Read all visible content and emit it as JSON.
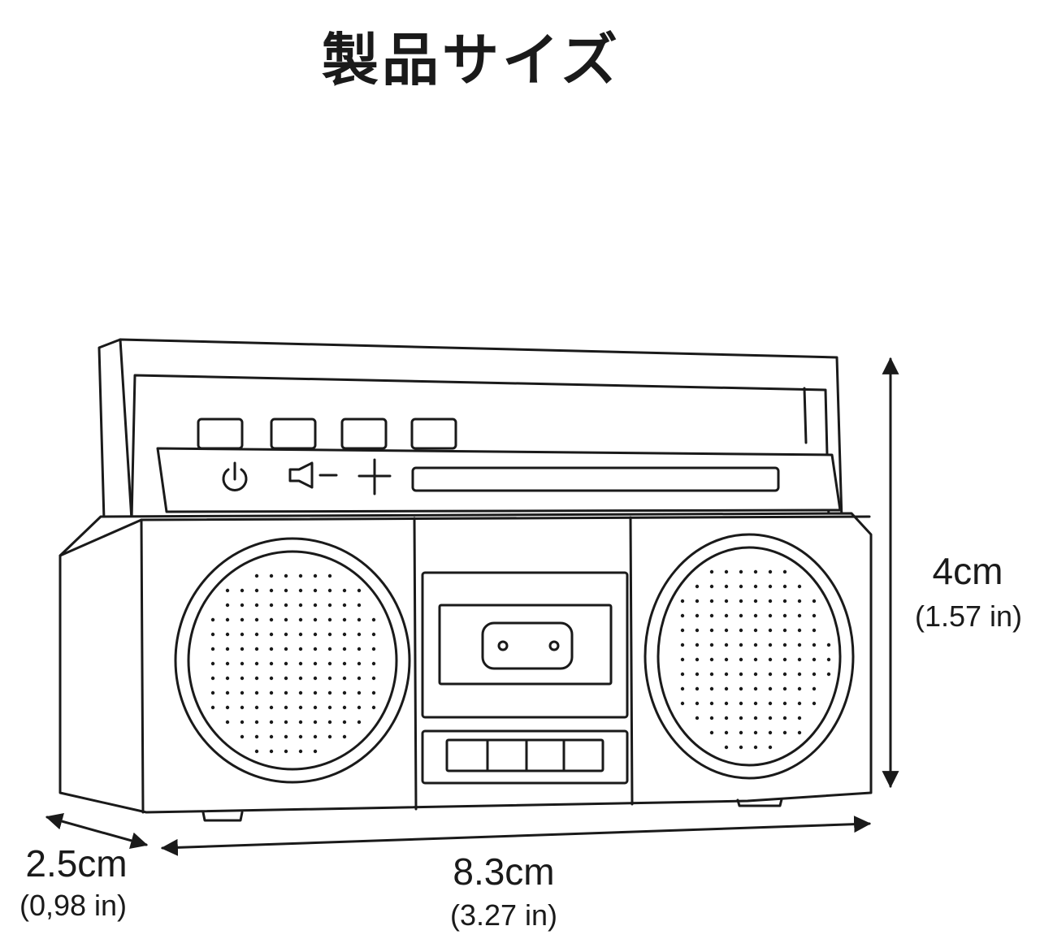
{
  "title": "製品サイズ",
  "dimensions": {
    "height": {
      "metric": "4cm",
      "imperial": "(1.57 in)"
    },
    "width": {
      "metric": "8.3cm",
      "imperial": "(3.27 in)"
    },
    "depth": {
      "metric": "2.5cm",
      "imperial": "(0,98 in)"
    }
  },
  "product": {
    "name": "cassette radio",
    "buttons": 4,
    "control_icons": [
      "power-icon",
      "volume-down-icon",
      "volume-up-icon"
    ]
  },
  "colors": {
    "line": "#1a1a1a",
    "background": "#ffffff"
  }
}
